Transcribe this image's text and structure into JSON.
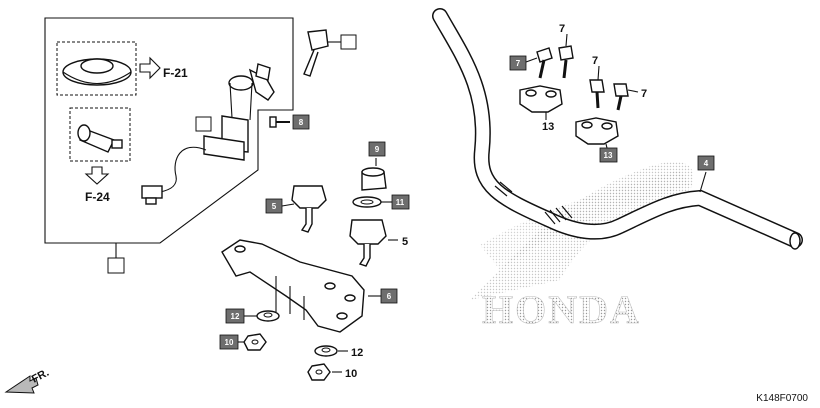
{
  "diagram_code": "K148F0700",
  "front_indicator": {
    "label": "FR."
  },
  "refs": {
    "f21": "F-21",
    "f24": "F-24"
  },
  "callouts": {
    "c4": "4",
    "c5a": "5",
    "c5b": "5",
    "c6": "6",
    "c7a": "7",
    "c7b": "7",
    "c7c": "7",
    "c7d": "7",
    "c8": "8",
    "c9": "9",
    "c10a": "10",
    "c10b": "10",
    "c11": "11",
    "c12a": "12",
    "c12b": "12",
    "c13a": "13",
    "c13b": "13"
  },
  "watermark": {
    "text": "HONDA"
  },
  "colors": {
    "tag_fill": "#6e6e6e",
    "line": "#111111",
    "watermark": "#c0c0c0"
  }
}
